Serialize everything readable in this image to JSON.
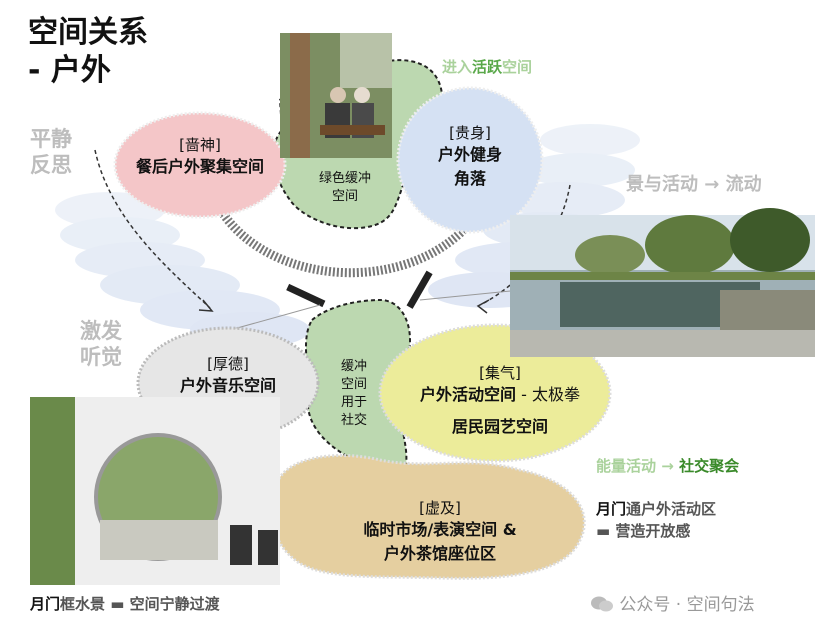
{
  "title": {
    "line1": "空间关系",
    "line2": "- 户外"
  },
  "top_right_label": {
    "prefix": "进入",
    "strong": "活跃",
    "suffix": "空间"
  },
  "side_labels": {
    "calm": [
      "平静",
      "反思"
    ],
    "excite": [
      "激发",
      "听觉"
    ],
    "flow": {
      "text": "景与活动",
      "arrow": "→",
      "end": "流动"
    }
  },
  "bubbles": {
    "pink": {
      "tag": "[啬神]",
      "name": "餐后户外聚集空间"
    },
    "blue": {
      "tag": "[贵身]",
      "name1": "户外健身",
      "name2": "角落"
    },
    "grey": {
      "tag": "[厚德]",
      "name": "户外音乐空间"
    },
    "yellow": {
      "tag": "[集气]",
      "name": "户外活动空间",
      "suffix": " - 太极拳",
      "name2": "居民园艺空间"
    },
    "tan": {
      "tag": "[虚及]",
      "name1": "临时市场/表演空间 &",
      "name2": "户外茶馆座位区"
    }
  },
  "buffers": {
    "green": [
      "绿色缓冲",
      "空间"
    ],
    "social": [
      "缓冲",
      "空间",
      "用于",
      "社交"
    ]
  },
  "energy_label": {
    "text": "能量活动",
    "arrow": "→",
    "end": "社交聚会"
  },
  "moon_gate_right": {
    "strong": "月门",
    "text": "通户外活动区",
    "line2": "▬ 营造开放感"
  },
  "moon_gate_bottom": {
    "strong": "月门",
    "text": "框水景 ▬ 空间宁静过渡"
  },
  "watermark": {
    "text": "公众号 · 空间句法"
  },
  "colors": {
    "pink": "#f4c6c8",
    "blue": "#d5e1f3",
    "grey": "#e6e6e6",
    "yellow": "#ecec9a",
    "tan": "#e5cfa0",
    "green": "#bcd8b0",
    "green_text": "#5aa84a"
  }
}
